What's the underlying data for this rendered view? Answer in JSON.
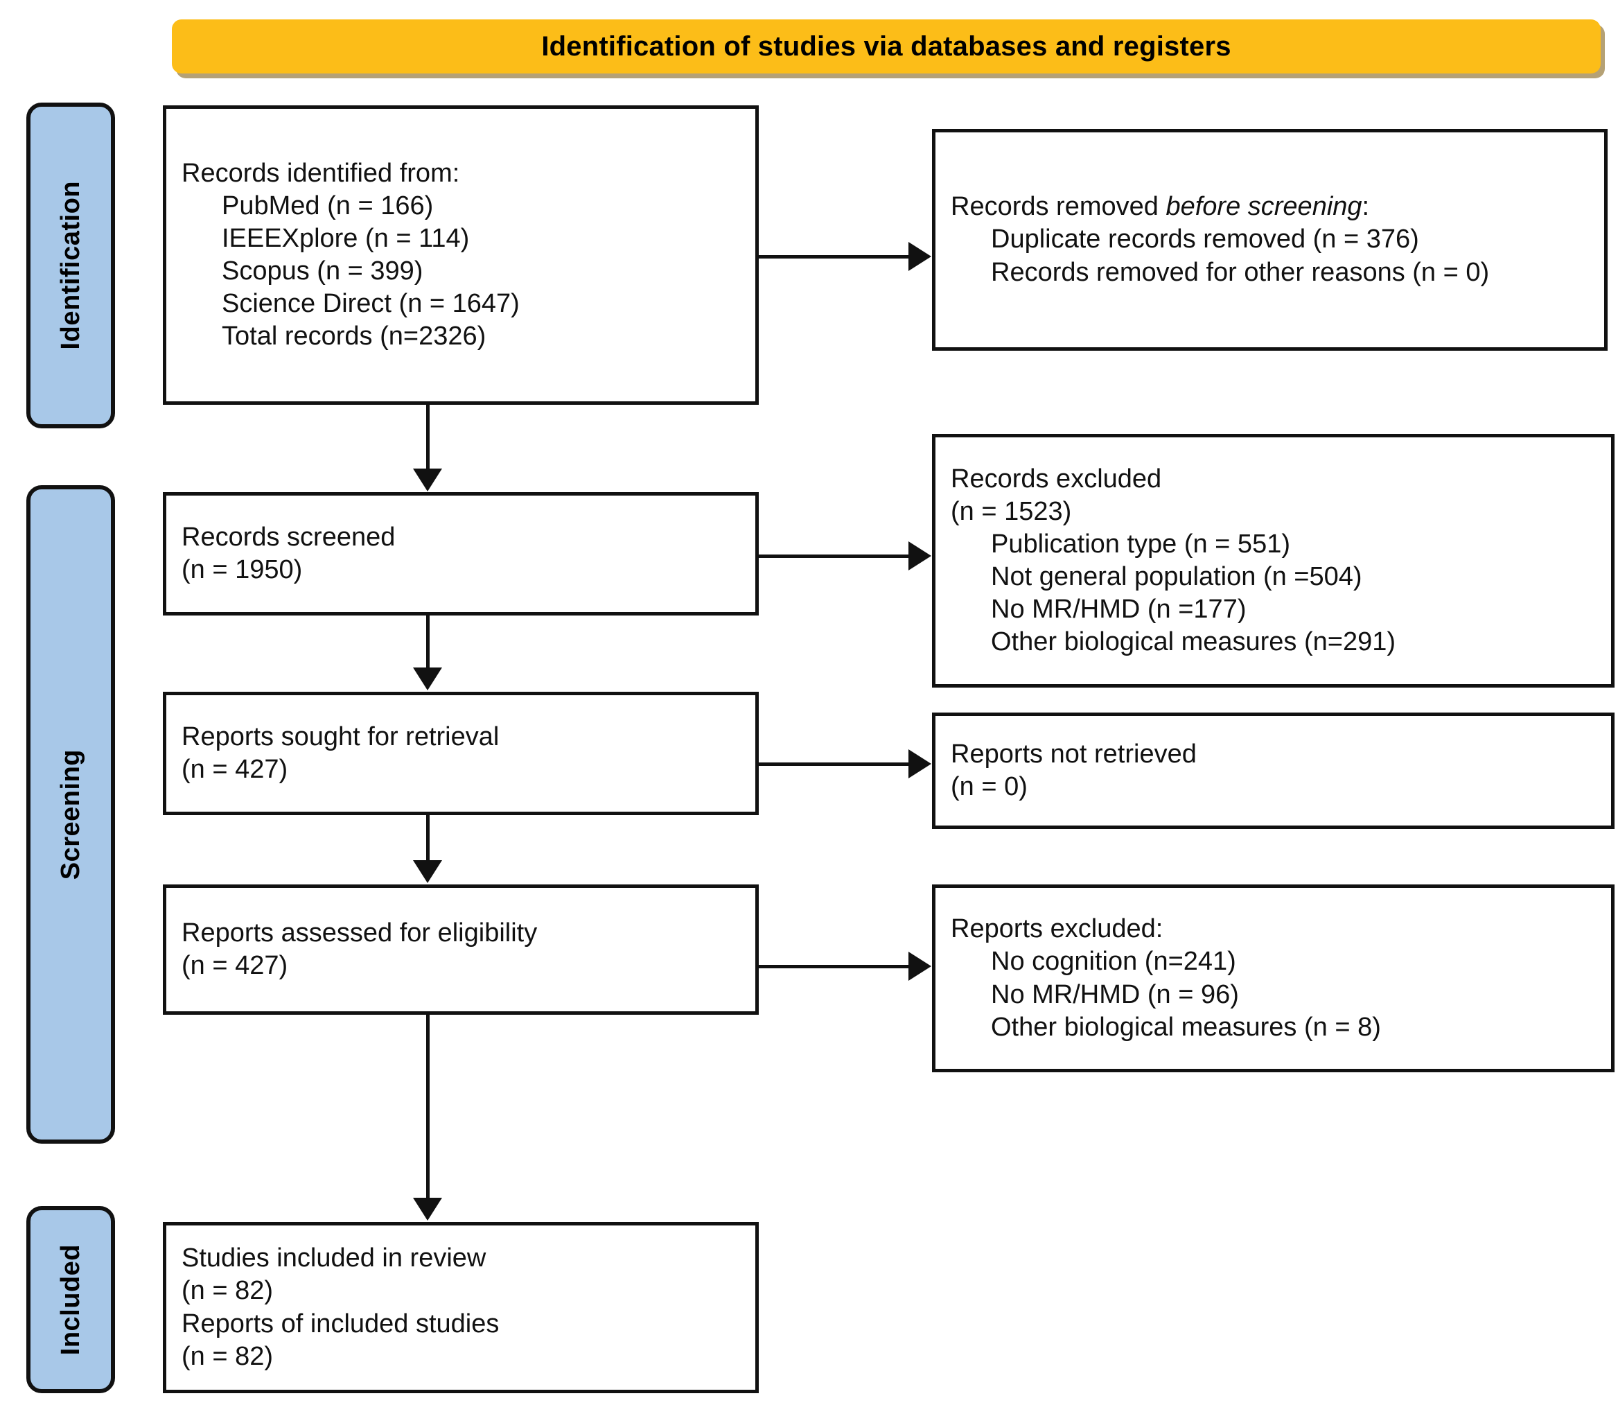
{
  "banner": {
    "title": "Identification of studies via databases and registers"
  },
  "stages": [
    {
      "key": "identification",
      "label": "Identification"
    },
    {
      "key": "screening",
      "label": "Screening"
    },
    {
      "key": "included",
      "label": "Included"
    }
  ],
  "boxes": {
    "identified": {
      "heading": "Records identified from:",
      "items": [
        "PubMed (n = 166)",
        "IEEEXplore (n = 114)",
        "Scopus (n = 399)",
        "Science Direct (n = 1647)",
        "Total records (n=2326)"
      ]
    },
    "removed": {
      "heading_prefix": "Records removed ",
      "heading_italic": "before screening",
      "heading_suffix": ":",
      "items": [
        "Duplicate records removed (n = 376)",
        "Records removed for other reasons (n = 0)"
      ]
    },
    "screened": {
      "heading": "Records screened",
      "count": "(n = 1950)"
    },
    "records_excluded": {
      "heading": "Records excluded",
      "count": "(n = 1523)",
      "items": [
        "Publication type (n = 551)",
        "Not general population (n =504)",
        "No MR/HMD (n =177)",
        "Other biological measures (n=291)"
      ]
    },
    "sought": {
      "heading": "Reports sought for retrieval",
      "count": "(n = 427)"
    },
    "not_retrieved": {
      "heading": "Reports not retrieved",
      "count": "(n = 0)"
    },
    "assessed": {
      "heading": "Reports assessed for eligibility",
      "count": "(n = 427)"
    },
    "reports_excluded": {
      "heading": "Reports excluded:",
      "items": [
        "No cognition (n=241)",
        "No MR/HMD (n = 96)",
        "Other biological measures (n = 8)"
      ]
    },
    "included_studies": {
      "line1": "Studies included in review",
      "line2": "(n = 82)",
      "line3": "Reports of included studies",
      "line4": "(n = 82)"
    }
  },
  "colors": {
    "banner_background": "#fcbd18",
    "stage_background": "#a8c8e8",
    "box_border": "#111111",
    "box_background": "#ffffff"
  }
}
